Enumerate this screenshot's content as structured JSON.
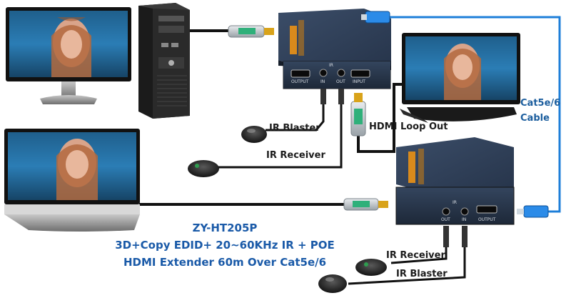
{
  "labels": {
    "ir_blaster_top": "IR Blaster",
    "ir_receiver_top": "IR Receiver",
    "hdmi_loop_out": "HDMI Loop Out",
    "cable_line1": "Cat5e/6",
    "cable_line2": "Cable",
    "ir_receiver_bottom": "IR Receiver",
    "ir_blaster_bottom": "IR Blaster"
  },
  "transmitter_ports": {
    "output": "OUTPUT",
    "ir": "IR",
    "in": "IN",
    "out": "OUT",
    "input": "INPUT"
  },
  "receiver_ports": {
    "ir": "IR",
    "out": "OUT",
    "in": "IN",
    "output": "OUTPUT"
  },
  "caption": {
    "model": "ZY-HT205P",
    "line1": "3D+Copy EDID+ 20~60KHz IR + POE",
    "line2": "HDMI Extender 60m Over Cat5e/6"
  },
  "colors": {
    "accent_blue": "#1c5e9e",
    "caption_blue": "#1a5aa8",
    "device_body": "#27374e",
    "ethernet_blue": "#1e7fd9"
  }
}
